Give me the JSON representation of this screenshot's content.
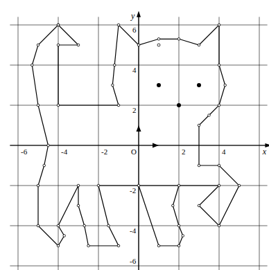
{
  "diagram": {
    "labels": [
      "-6",
      "-4",
      "-2",
      "O",
      "2",
      "4",
      "x",
      "y",
      "6",
      "4",
      "2",
      "-2",
      "-4",
      "-6"
    ]
  }
}
